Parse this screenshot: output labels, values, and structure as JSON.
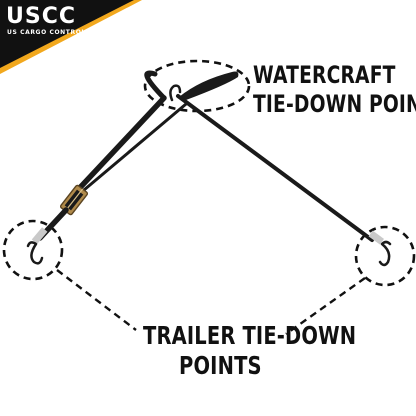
{
  "brand": {
    "logo_text": "USCC",
    "tagline": "US CARGO CONTROL",
    "banner_color": "#111111",
    "accent_color": "#f2a81d"
  },
  "labels": {
    "watercraft_line1": "WATERCRAFT",
    "watercraft_line2": "TIE-DOWN POINT",
    "trailer_line1": "TRAILER TIE-DOWN",
    "trailer_line2": "POINTS"
  },
  "colors": {
    "strap": "#1a1a1a",
    "ratchet": "#b08a4a",
    "callout": "#111111"
  }
}
